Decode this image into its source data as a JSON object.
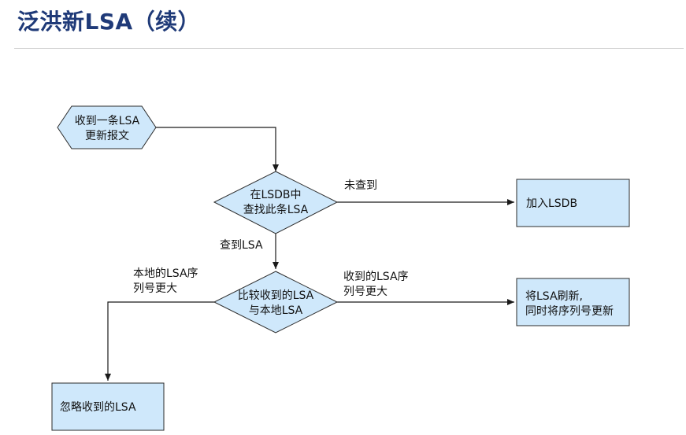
{
  "title": "泛洪新LSA（续）",
  "nodes": {
    "receive": {
      "lines": [
        "收到一条LSA",
        "更新报文"
      ]
    },
    "lookup": {
      "lines": [
        "在LSDB中",
        "查找此条LSA"
      ]
    },
    "add": {
      "lines": [
        "加入LSDB"
      ]
    },
    "compare": {
      "lines": [
        "比较收到的LSA",
        "与本地LSA"
      ]
    },
    "refresh": {
      "lines": [
        "将LSA刷新,",
        "同时将序列号更新"
      ]
    },
    "ignore": {
      "lines": [
        "忽略收到的LSA"
      ]
    }
  },
  "edges": {
    "not_found": {
      "lines": [
        "未查到"
      ]
    },
    "found": {
      "lines": [
        "查到LSA"
      ]
    },
    "local_greater": {
      "lines": [
        "本地的LSA序",
        "列号更大"
      ]
    },
    "received_greater": {
      "lines": [
        "收到的LSA序",
        "列号更大"
      ]
    }
  },
  "colors": {
    "title": "#1f3a78",
    "node_fill": "#cfe8fb",
    "stroke": "#1a1a1a"
  }
}
